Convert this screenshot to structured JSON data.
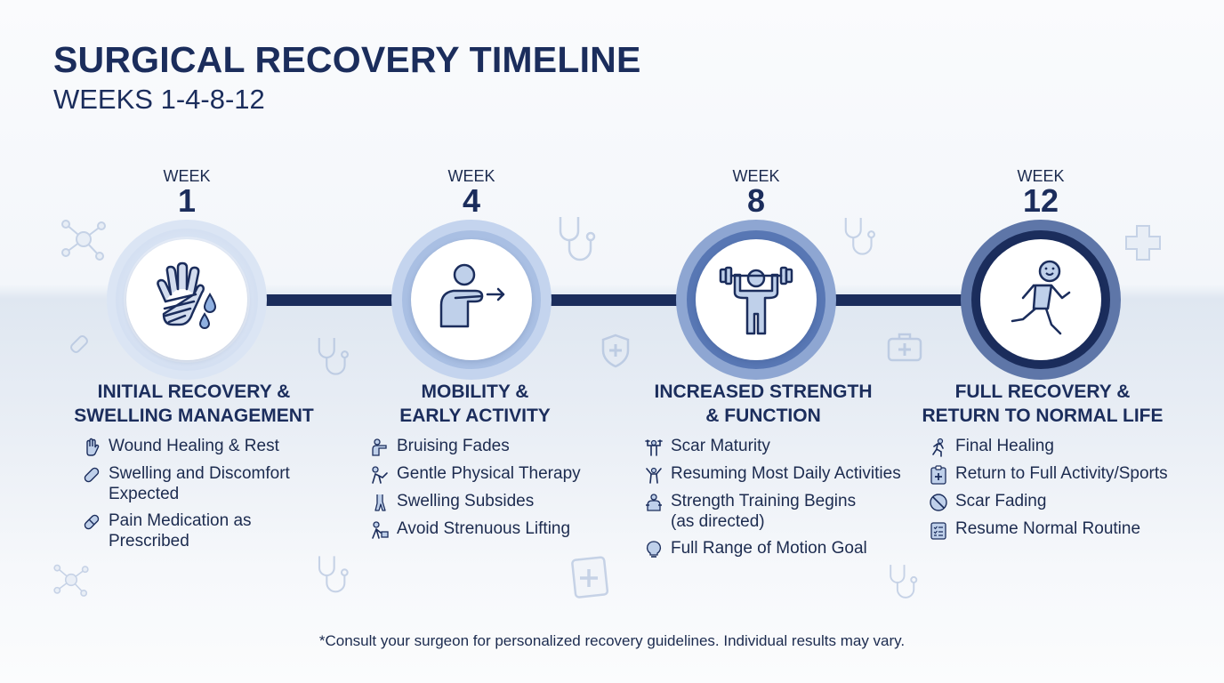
{
  "header": {
    "title": "SURGICAL RECOVERY TIMELINE",
    "subtitle": "WEEKS 1-4-8-12"
  },
  "colors": {
    "navy": "#1b2d5c",
    "icon_blue": "#3d63a8",
    "icon_fill": "#bfd0ea"
  },
  "stages": [
    {
      "week_label": "WEEK",
      "week_number": "1",
      "icon": "bandaged-hand-icon",
      "heading_line1": "INITIAL RECOVERY &",
      "heading_line2": "SWELLING MANAGEMENT",
      "items": [
        {
          "icon": "hand-icon",
          "line1": "Wound Healing & Rest",
          "line2": ""
        },
        {
          "icon": "bandage-icon",
          "line1": "Swelling and Discomfort",
          "line2": "Expected"
        },
        {
          "icon": "pill-icon",
          "line1": "Pain Medication as",
          "line2": "Prescribed"
        }
      ]
    },
    {
      "week_label": "WEEK",
      "week_number": "4",
      "icon": "arm-stretch-icon",
      "heading_line1": "MOBILITY &",
      "heading_line2": "EARLY ACTIVITY",
      "items": [
        {
          "icon": "arm-icon",
          "line1": "Bruising Fades",
          "line2": ""
        },
        {
          "icon": "therapy-icon",
          "line1": "Gentle Physical Therapy",
          "line2": ""
        },
        {
          "icon": "leg-icon",
          "line1": "Swelling Subsides",
          "line2": ""
        },
        {
          "icon": "no-lifting-icon",
          "line1": "Avoid Strenuous Lifting",
          "line2": ""
        }
      ]
    },
    {
      "week_label": "WEEK",
      "week_number": "8",
      "icon": "weightlifter-icon",
      "heading_line1": "INCREASED STRENGTH",
      "heading_line2": "& FUNCTION",
      "items": [
        {
          "icon": "dumbbell-person-icon",
          "line1": "Scar Maturity",
          "line2": ""
        },
        {
          "icon": "activity-person-icon",
          "line1": "Resuming Most Daily Activities",
          "line2": ""
        },
        {
          "icon": "strength-icon",
          "line1": "Strength Training Begins",
          "line2": "(as directed)"
        },
        {
          "icon": "lightbulb-icon",
          "line1": "Full Range of Motion Goal",
          "line2": ""
        }
      ]
    },
    {
      "week_label": "WEEK",
      "week_number": "12",
      "icon": "running-person-icon",
      "heading_line1": "FULL RECOVERY &",
      "heading_line2": "RETURN TO NORMAL LIFE",
      "items": [
        {
          "icon": "runner-icon",
          "line1": "Final Healing",
          "line2": ""
        },
        {
          "icon": "medical-clipboard-icon",
          "line1": "Return to Full Activity/Sports",
          "line2": ""
        },
        {
          "icon": "no-scar-icon",
          "line1": "Scar Fading",
          "line2": ""
        },
        {
          "icon": "checklist-icon",
          "line1": "Resume Normal Routine",
          "line2": ""
        }
      ]
    }
  ],
  "footnote": "*Consult your surgeon for personalized recovery guidelines. Individual results may vary."
}
